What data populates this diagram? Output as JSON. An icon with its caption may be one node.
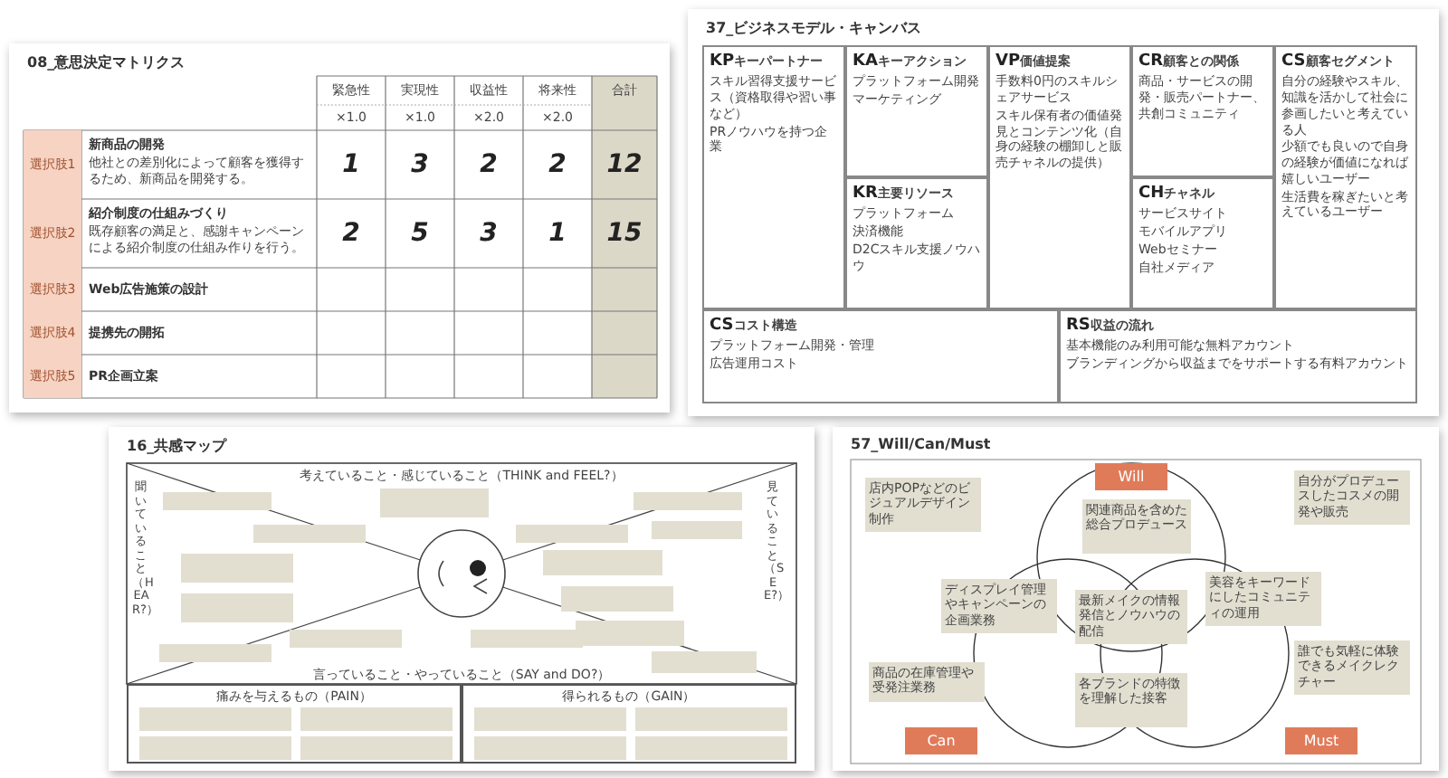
{
  "diagram": {
    "nodes": [
      {
        "text": [
          "08_意思決定マトリクス"
        ]
      },
      {
        "text": [
          "37_ビジネスモデル・キャンバス"
        ]
      },
      {
        "text": [
          "KP",
          "キーパートナー",
          "スキル習得支援サービス（資格取得や習い事など）",
          "PRノウハウを持つ企業"
        ],
        "in": 1
      },
      {
        "text": [
          "KA",
          "キーアクション",
          "プラットフォーム開発",
          "マーケティング"
        ],
        "in": 1
      },
      {
        "text": [
          "VP",
          "価値提案",
          "手数料0円のスキルシェアサービス",
          "スキル保有者の価値発見とコンテンツ化（自身の経験の棚卸しと販売チャネルの提供）"
        ],
        "in": 1
      },
      {
        "text": [
          "CR",
          "顧客との関係",
          "商品・サービスの開発・販売パートナー、共創コミュニティ"
        ],
        "in": 1
      },
      {
        "text": [
          "CS",
          "顧客セグメント",
          "自分の経験やスキル、知識を活かして社会に参画したいと考えている人",
          "少額でも良いので自身の経験が価値になれば嬉しいユーザー",
          "生活費を稼ぎたいと考えているユーザー"
        ],
        "in": 1
      },
      {
        "text": [
          "KR",
          "主要リソース",
          "プラットフォーム",
          "決済機能",
          "D2Cスキル支援ノウハウ"
        ],
        "in": 1
      },
      {
        "text": [
          "CH",
          "チャネル",
          "サービスサイト",
          "モバイルアプリ",
          "Webセミナー",
          "自社メディア"
        ],
        "in": 1
      },
      {
        "text": [
          "CS",
          "コスト構造",
          "プラットフォーム開発・管理",
          "広告運用コスト"
        ],
        "in": 1
      },
      {
        "text": [
          "RS",
          "収益の流れ",
          "基本機能のみ利用可能な無料アカウント",
          "ブランディングから収益までをサポートする有料アカウント"
        ],
        "in": 1
      },
      {
        "text": [
          "16_共感マップ"
        ]
      },
      {
        "text": [],
        "shape": "box",
        "in": 11
      },
      {
        "text": [],
        "shape": "box",
        "in": 11
      },
      {
        "text": [],
        "shape": "box",
        "in": 11
      },
      {
        "text": [],
        "shape": "box",
        "in": 11
      },
      {
        "text": [],
        "shape": "box",
        "in": 11
      },
      {
        "text": [],
        "shape": "box",
        "in": 11
      },
      {
        "text": [],
        "shape": "box",
        "in": 11
      },
      {
        "text": [],
        "shape": "box",
        "in": 11
      },
      {
        "text": [],
        "shape": "box",
        "in": 11
      },
      {
        "text": [],
        "shape": "box",
        "in": 11
      },
      {
        "text": [],
        "shape": "box",
        "in": 11
      },
      {
        "text": [],
        "shape": "box",
        "in": 11
      },
      {
        "text": [],
        "shape": "box",
        "in": 11
      },
      {
        "text": [],
        "shape": "box",
        "in": 11
      },
      {
        "text": [],
        "shape": "box",
        "in": 11
      },
      {
        "text": [
          "痛みを与えるもの（PAIN）"
        ],
        "in": 11
      },
      {
        "text": [],
        "shape": "box",
        "in": 27
      },
      {
        "text": [],
        "shape": "box",
        "in": 27
      },
      {
        "text": [],
        "shape": "box",
        "in": 27
      },
      {
        "text": [],
        "shape": "box",
        "in": 27
      },
      {
        "text": [
          "得られるもの（GAIN）"
        ],
        "in": 11
      },
      {
        "text": [],
        "shape": "box",
        "in": 32
      },
      {
        "text": [],
        "shape": "box",
        "in": 32
      },
      {
        "text": [],
        "shape": "box",
        "in": 32
      },
      {
        "text": [],
        "shape": "box",
        "in": 32
      },
      {
        "text": [
          "57_Will/Can/Must"
        ]
      },
      {
        "text": [
          "店内POPなどのビジュアルデザイン制作"
        ],
        "in": 37
      },
      {
        "text": [
          "Will"
        ],
        "in": 37
      },
      {
        "text": [
          "関連商品を含めた総合プロデュース"
        ],
        "in": 37
      },
      {
        "text": [
          "自分がプロデュースしたコスメの開発や販売"
        ],
        "in": 37
      },
      {
        "text": [
          "ディスプレイ管理やキャンペーンの企画業務"
        ],
        "in": 37
      },
      {
        "text": [
          "最新メイクの情報発信とノウハウの配信"
        ],
        "in": 37
      },
      {
        "text": [
          "美容をキーワードにしたコミュニティの運用"
        ],
        "in": 37
      },
      {
        "text": [
          "商品の在庫管理や受発注業務"
        ],
        "in": 37
      },
      {
        "text": [
          "誰でも気軽に体験できるメイクレクチャー"
        ],
        "in": 37
      },
      {
        "text": [
          "各ブランドの特徴を理解した接客"
        ],
        "in": 37
      },
      {
        "text": [
          "Can"
        ],
        "in": 37
      },
      {
        "text": [
          "Must"
        ],
        "in": 37
      }
    ],
    "labels": [
      "緊急性",
      "実現性",
      "収益性",
      "将来性",
      "合計",
      "×1.0",
      "×1.0",
      "×2.0",
      "×2.0",
      "選択肢1",
      "新商品の開発",
      "他社との差別化によって顧客を獲得するため、新商品を開発する。",
      "1",
      "3",
      "2",
      "2",
      "12",
      "選択肢2",
      "紹介制度の仕組みづくり",
      "既存顧客の満足と、感謝キャンペーンによる紹介制度の仕組み作りを行う。",
      "2",
      "5",
      "3",
      "1",
      "15",
      "選択肢3",
      "Web広告施策の設計",
      "選択肢4",
      "提携先の開拓",
      "選択肢5",
      "PR企画立案",
      "考えていること・感じていること（THINK and FEEL?）",
      "聞いていること（HEAR?）",
      "見ていること（SEE?）",
      "言っていること・やっていること（SAY and DO?）"
    ]
  }
}
